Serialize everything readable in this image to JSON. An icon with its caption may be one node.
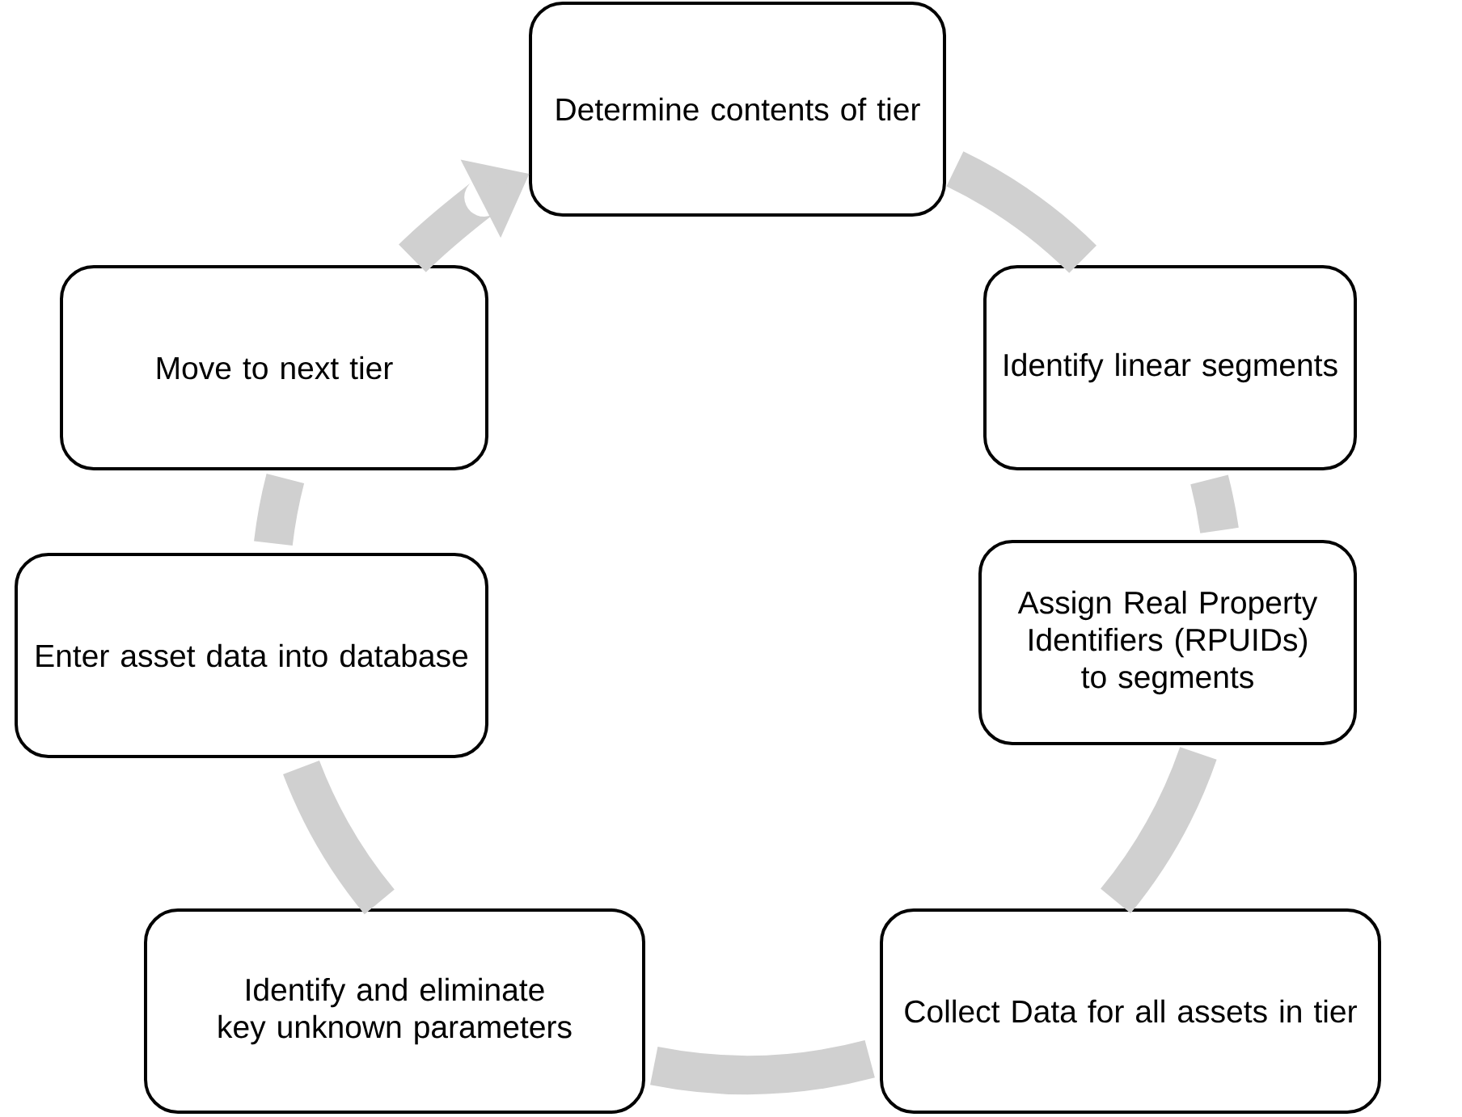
{
  "diagram": {
    "nodes": [
      {
        "text": [
          "Determine contents of tier"
        ]
      },
      {
        "text": [
          "Identify linear segments"
        ]
      },
      {
        "text": [
          "Assign Real Property Identifiers (RPUIDs) to segments"
        ]
      },
      {
        "text": [
          "Collect Data for all assets in tier"
        ]
      },
      {
        "text": [
          "Identify and eliminate key unknown parameters"
        ]
      },
      {
        "text": [
          "Enter asset data into database"
        ]
      },
      {
        "text": [
          "Move to next tier"
        ]
      }
    ],
    "edges": [
      {
        "from": 0,
        "to": 1,
        "arrow": "none"
      },
      {
        "from": 1,
        "to": 2,
        "arrow": "none"
      },
      {
        "from": 2,
        "to": 3,
        "arrow": "none"
      },
      {
        "from": 3,
        "to": 4,
        "arrow": "none"
      },
      {
        "from": 4,
        "to": 5,
        "arrow": "none"
      },
      {
        "from": 5,
        "to": 6,
        "arrow": "none"
      },
      {
        "from": 6,
        "to": 0,
        "arrow": "to"
      }
    ]
  }
}
